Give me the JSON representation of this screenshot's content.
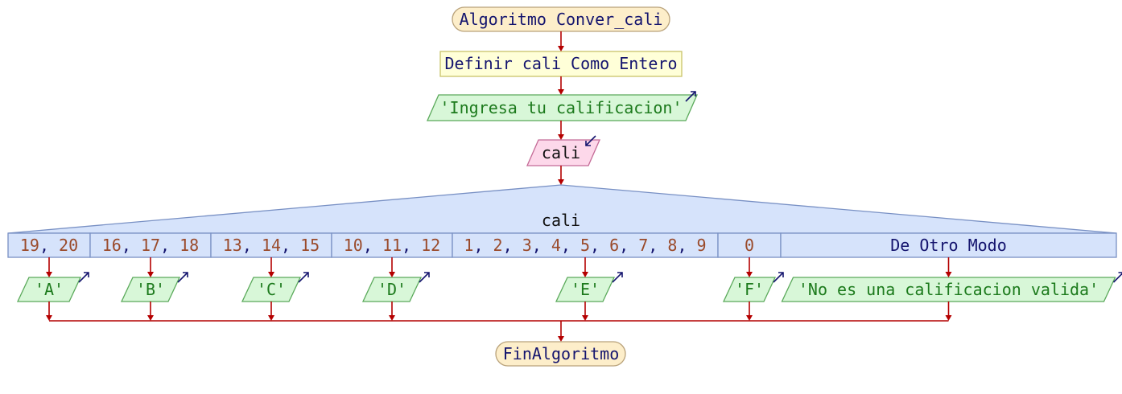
{
  "colors": {
    "terminal_fill": "#fdeeca",
    "terminal_stroke": "#b9a27a",
    "define_fill": "#ffffd8",
    "define_stroke": "#c8c46a",
    "output_fill": "#d8f7d8",
    "output_stroke": "#5aa95a",
    "input_fill": "#fdd8ea",
    "input_stroke": "#c46a96",
    "switch_fill": "#d6e3fb",
    "switch_stroke": "#7890c4",
    "wire": "#b40000",
    "keyword_text": "#14146e",
    "string_text": "#1c7a1c",
    "number_text": "#9a4a2a",
    "io_arrow": "#14146e"
  },
  "flowchart": {
    "start": "Algoritmo Conver_cali",
    "define": "Definir cali Como Entero",
    "output_prompt": "'Ingresa tu calificacion'",
    "input_var": "cali",
    "switch_var": "cali",
    "cases": [
      {
        "values": [
          "19",
          "20"
        ],
        "output": "'A'"
      },
      {
        "values": [
          "16",
          "17",
          "18"
        ],
        "output": "'B'"
      },
      {
        "values": [
          "13",
          "14",
          "15"
        ],
        "output": "'C'"
      },
      {
        "values": [
          "10",
          "11",
          "12"
        ],
        "output": "'D'"
      },
      {
        "values": [
          "1",
          "2",
          "3",
          "4",
          "5",
          "6",
          "7",
          "8",
          "9"
        ],
        "output": "'E'"
      },
      {
        "values": [
          "0"
        ],
        "output": "'F'"
      }
    ],
    "default_label": "De Otro Modo",
    "default_output": "'No es una calificacion valida'",
    "end": "FinAlgoritmo",
    "output_icon": "output-arrow-icon",
    "input_icon": "input-arrow-icon"
  }
}
